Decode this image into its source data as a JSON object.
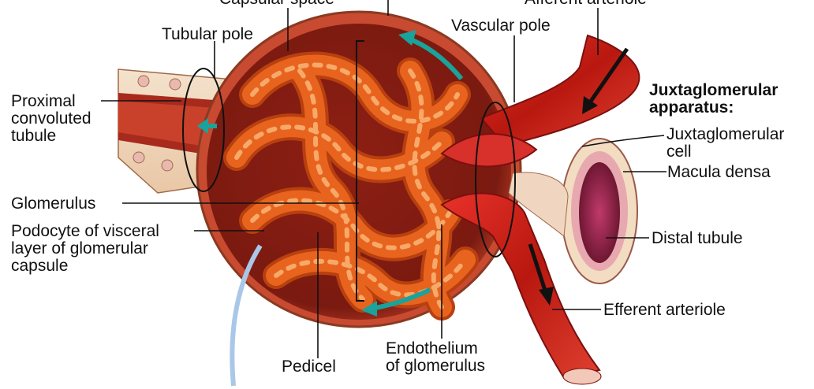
{
  "labels": {
    "capsular_space": "Capsular space",
    "parietal_layer": "",
    "afferent_arteriole": "Afferent arteriole",
    "tubular_pole": "Tubular pole",
    "vascular_pole": "Vascular pole",
    "proximal_tubule": "Proximal\nconvoluted\ntubule",
    "jga_heading": "Juxtaglomerular\napparatus:",
    "jg_cell": "Juxtaglomerular\ncell",
    "macula_densa": "Macula densa",
    "glomerulus": "Glomerulus",
    "podocyte": "Podocyte of visceral\nlayer of glomerular\ncapsule",
    "distal_tubule": "Distal tubule",
    "efferent_arteriole": "Efferent arteriole",
    "endothelium": "Endothelium\nof glomerulus",
    "pedicel": "Pedicel"
  },
  "colors": {
    "capillary": "#e8641e",
    "capillary_light": "#f7a96a",
    "capillary_dark": "#b8400f",
    "capsule": "#b02a1c",
    "capsule_inner": "#7a1a10",
    "vessel": "#c8201a",
    "flow_arrow": "#1aa39a",
    "tubule_cell": "#f2dcc2",
    "macula": "#7a1e3a",
    "leader": "#111111"
  }
}
